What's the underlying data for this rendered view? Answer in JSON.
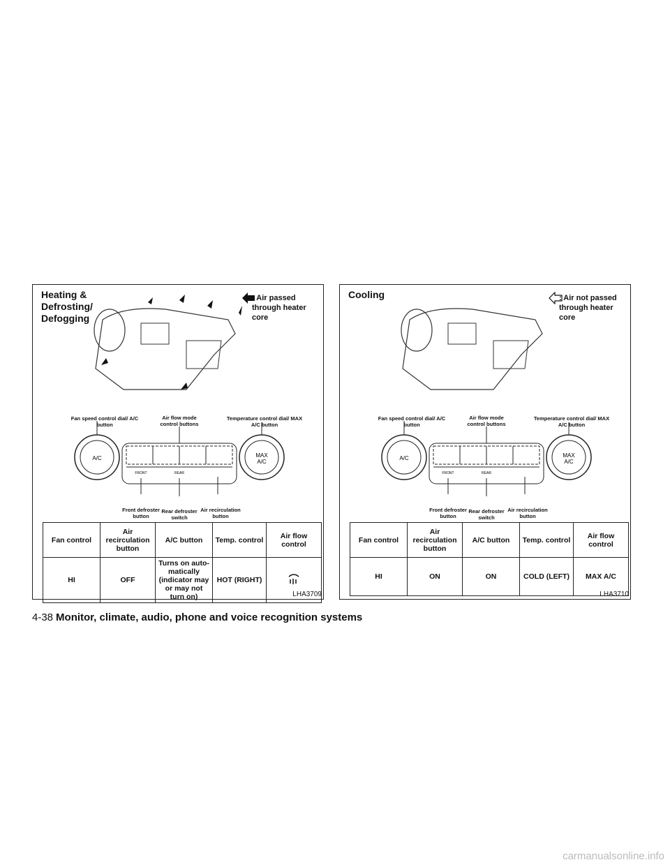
{
  "left": {
    "title": "Heating & Defrosting/ Defogging",
    "legend": ": Air passed through heater core",
    "labels": {
      "fan": "Fan speed control dial/ A/C button",
      "airflow": "Air flow mode control buttons",
      "temp": "Temperature control dial/ MAX A/C button",
      "front": "Front defroster button",
      "rear": "Rear defroster switch",
      "recirc": "Air recirculation button"
    },
    "headers": [
      "Fan control",
      "Air recirculation button",
      "A/C button",
      "Temp. control",
      "Air flow control"
    ],
    "values": [
      "HI",
      "OFF",
      "Turns on auto- matically (indicator may or may not turn on)",
      "HOT (RIGHT)",
      ""
    ],
    "code": "LHA3709"
  },
  "right": {
    "title": "Cooling",
    "legend": ": Air not passed through heater core",
    "labels": {
      "fan": "Fan speed control dial/ A/C button",
      "airflow": "Air flow mode control buttons",
      "temp": "Temperature control dial/ MAX A/C button",
      "front": "Front defroster button",
      "rear": "Rear defroster switch",
      "recirc": "Air recirculation button"
    },
    "headers": [
      "Fan control",
      "Air recirculation button",
      "A/C button",
      "Temp. control",
      "Air flow control"
    ],
    "values": [
      "HI",
      "ON",
      "ON",
      "COLD (LEFT)",
      "MAX A/C"
    ],
    "code": "LHA3710"
  },
  "dial_text": {
    "ac": "A/C",
    "max": "MAX",
    "front": "FRONT",
    "rear": "REAR"
  },
  "footer": {
    "page": "4-38",
    "title": "Monitor, climate, audio, phone and voice recognition systems"
  },
  "watermark": "carmanualsonline.info"
}
